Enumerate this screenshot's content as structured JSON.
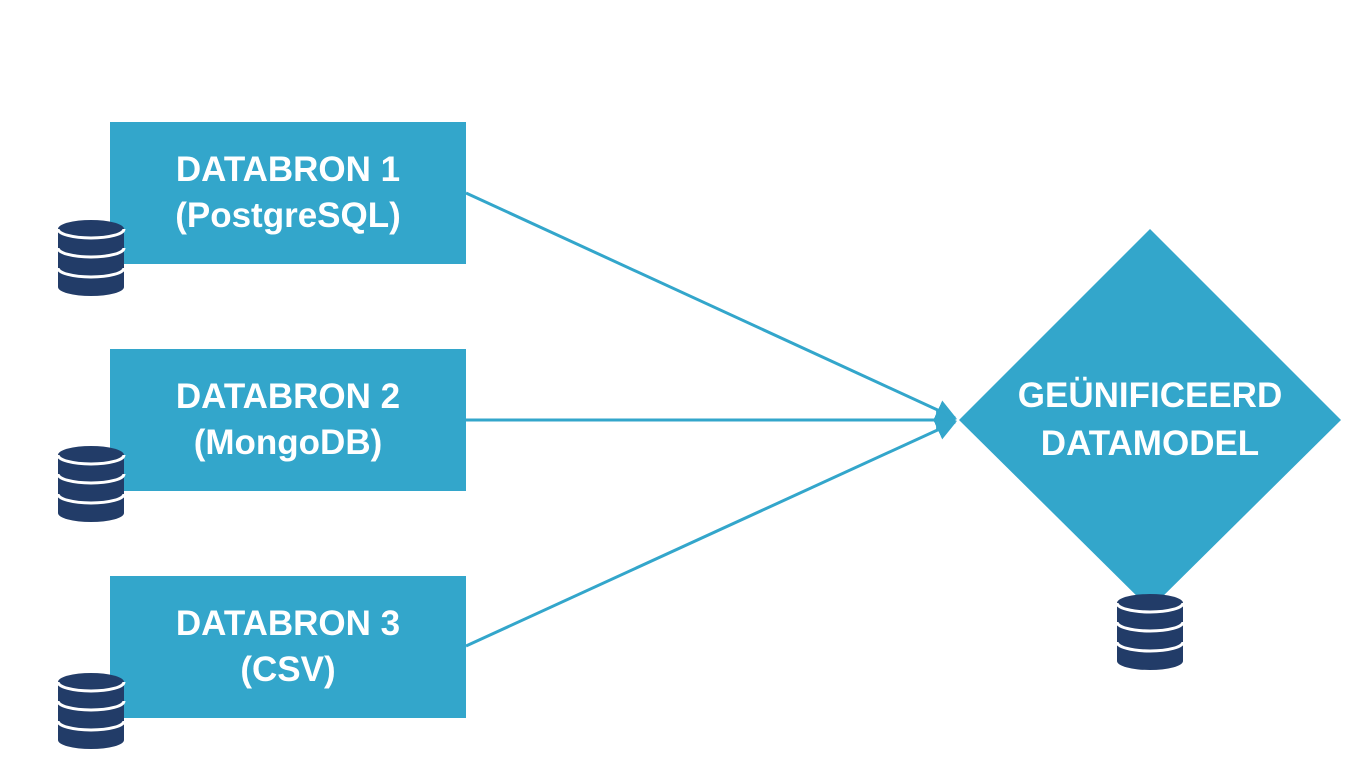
{
  "colors": {
    "box_fill": "#33a6cb",
    "arrow": "#33a6cb",
    "database_icon": "#223c68",
    "text": "#ffffff",
    "background": "#ffffff"
  },
  "sources": [
    {
      "line1": "DATABRON 1",
      "line2": "(PostgreSQL)",
      "icon": "database-icon"
    },
    {
      "line1": "DATABRON 2",
      "line2": "(MongoDB)",
      "icon": "database-icon"
    },
    {
      "line1": "DATABRON 3",
      "line2": "(CSV)",
      "icon": "database-icon"
    }
  ],
  "target": {
    "line1": "GEÜNIFICEERD",
    "line2": "DATAMODEL",
    "shape": "diamond",
    "icon": "database-icon"
  }
}
